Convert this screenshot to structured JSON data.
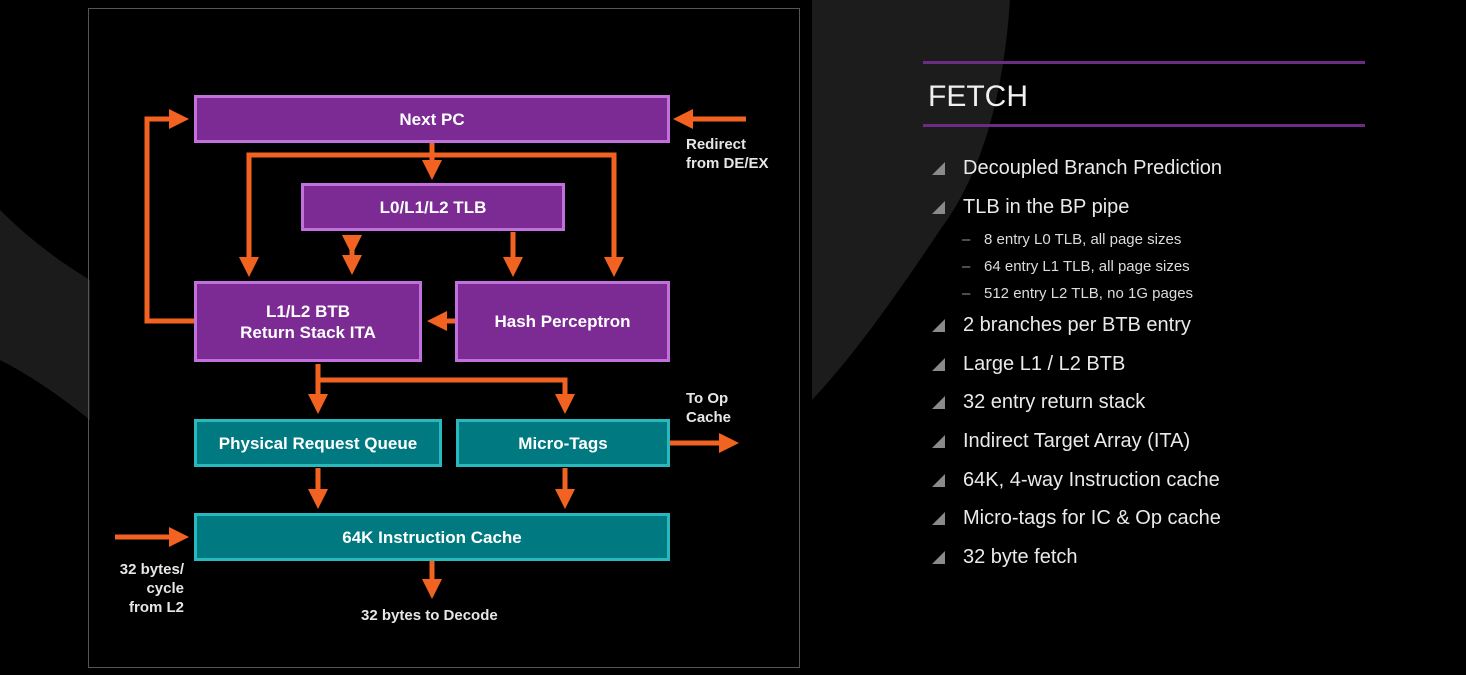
{
  "diagram": {
    "blocks": {
      "next_pc": "Next PC",
      "tlb": "L0/L1/L2 TLB",
      "btb_line1": "L1/L2 BTB",
      "btb_line2": "Return Stack ITA",
      "hash": "Hash Perceptron",
      "prq": "Physical Request Queue",
      "microtags": "Micro-Tags",
      "icache": "64K Instruction Cache"
    },
    "labels": {
      "redirect_1": "Redirect",
      "redirect_2": "from DE/EX",
      "toop_1": "To Op",
      "toop_2": "Cache",
      "l2_1": "32 bytes/",
      "l2_2": "cycle",
      "l2_3": "from L2",
      "decode": "32 bytes to Decode"
    },
    "colors": {
      "arrow": "#f26322",
      "purple_fill": "#7b2b93",
      "purple_border": "#c170dc",
      "teal_fill": "#007a80",
      "teal_border": "#27b9bd"
    }
  },
  "sidebar": {
    "title": "FETCH",
    "accent": "#6d2c84",
    "bullets": [
      {
        "text": "Decoupled Branch Prediction",
        "level": 1
      },
      {
        "text": "TLB in the BP pipe",
        "level": 1
      },
      {
        "text": "8 entry L0 TLB, all page sizes",
        "level": 2
      },
      {
        "text": "64 entry L1 TLB, all page sizes",
        "level": 2
      },
      {
        "text": "512 entry L2 TLB, no 1G pages",
        "level": 2
      },
      {
        "text": "2 branches per BTB entry",
        "level": 1
      },
      {
        "text": "Large L1 / L2 BTB",
        "level": 1
      },
      {
        "text": "32 entry return stack",
        "level": 1
      },
      {
        "text": "Indirect Target Array (ITA)",
        "level": 1
      },
      {
        "text": "64K, 4-way Instruction cache",
        "level": 1
      },
      {
        "text": "Micro-tags for IC & Op cache",
        "level": 1
      },
      {
        "text": "32 byte fetch",
        "level": 1
      }
    ]
  }
}
